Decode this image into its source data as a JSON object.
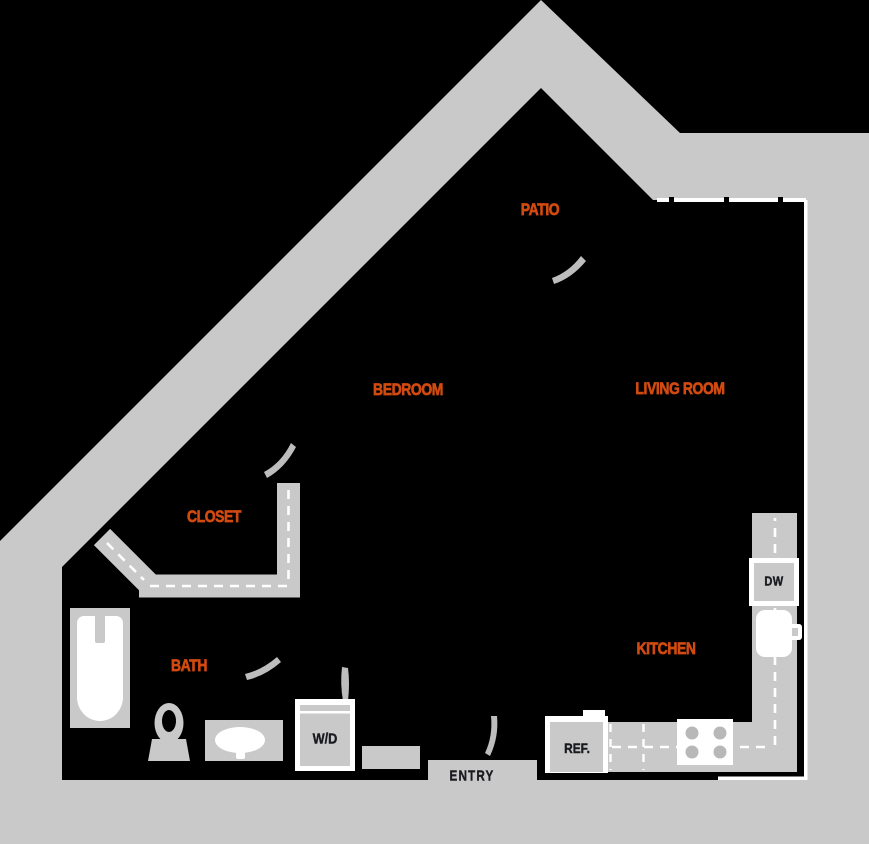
{
  "floor_plan": {
    "type": "apartment-floor-plan",
    "colors": {
      "floor_black": "#000000",
      "wall_gray": "#c9c9c9",
      "room_label_orange": "#d14a10",
      "fixture_label_dark": "#191a1f",
      "fixture_white": "#ffffff",
      "door_arc_gray": "#bdbdbd",
      "burner_gray": "#b8b8b8"
    },
    "rooms": [
      {
        "id": "patio",
        "label": "PATIO"
      },
      {
        "id": "bedroom",
        "label": "BEDROOM"
      },
      {
        "id": "living-room",
        "label": "LIVING ROOM"
      },
      {
        "id": "closet",
        "label": "CLOSET"
      },
      {
        "id": "bath",
        "label": "BATH"
      },
      {
        "id": "kitchen",
        "label": "KITCHEN"
      }
    ],
    "fixtures": [
      {
        "id": "washer-dryer",
        "label": "W/D"
      },
      {
        "id": "refrigerator",
        "label": "REF."
      },
      {
        "id": "dishwasher",
        "label": "DW"
      },
      {
        "id": "entry",
        "label": "ENTRY"
      }
    ]
  }
}
